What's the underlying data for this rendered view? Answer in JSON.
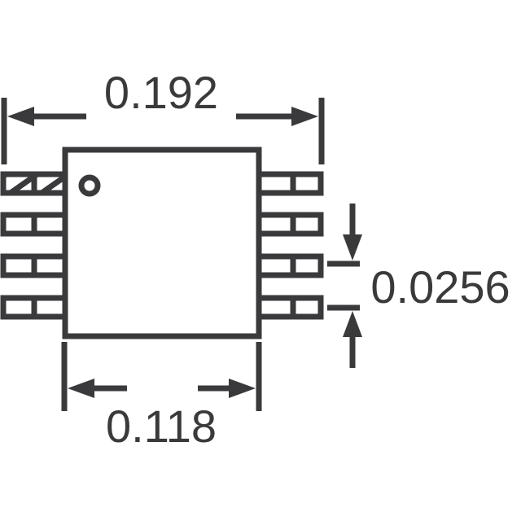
{
  "diagram": {
    "title": "8-pin package outline dimensions",
    "stroke_color": "#3a3a3c",
    "dimensions": {
      "overall_width": "0.192",
      "body_width": "0.118",
      "pin_pitch": "0.0256"
    },
    "pins_per_side": 4,
    "pin1_marker": "circle-dot"
  }
}
